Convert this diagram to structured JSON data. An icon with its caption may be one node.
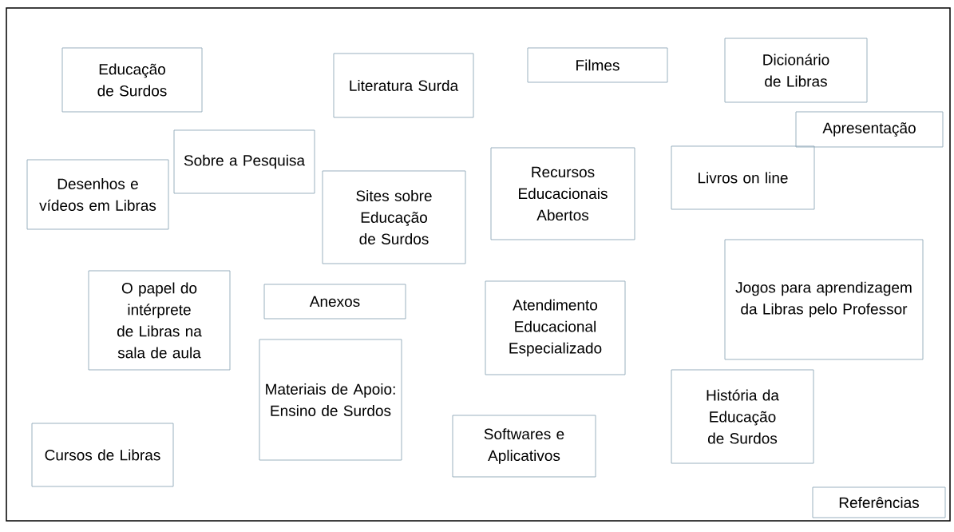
{
  "diagram": {
    "nodes": [
      {
        "text": [
          "Educação de Surdos"
        ]
      },
      {
        "text": [
          "Literatura Surda"
        ]
      },
      {
        "text": [
          "Filmes"
        ]
      },
      {
        "text": [
          "Dicionário de Libras"
        ]
      },
      {
        "text": [
          "Apresentação"
        ]
      },
      {
        "text": [
          "Sobre a Pesquisa"
        ]
      },
      {
        "text": [
          "Desenhos e vídeos em Libras"
        ]
      },
      {
        "text": [
          "Sites sobre Educação de Surdos"
        ]
      },
      {
        "text": [
          "Recursos Educacionais Abertos"
        ]
      },
      {
        "text": [
          "Livros on line"
        ]
      },
      {
        "text": [
          "Jogos para aprendizagem da Libras pelo Professor"
        ]
      },
      {
        "text": [
          "O papel do intérprete de Libras na sala de aula"
        ]
      },
      {
        "text": [
          "Anexos"
        ]
      },
      {
        "text": [
          "Atendimento Educacional Especializado"
        ]
      },
      {
        "text": [
          "Materiais de Apoio: Ensino de Surdos"
        ]
      },
      {
        "text": [
          "História da Educação de Surdos"
        ]
      },
      {
        "text": [
          "Softwares e Aplicativos"
        ]
      },
      {
        "text": [
          "Cursos de Libras"
        ]
      },
      {
        "text": [
          "Referências"
        ]
      }
    ]
  }
}
